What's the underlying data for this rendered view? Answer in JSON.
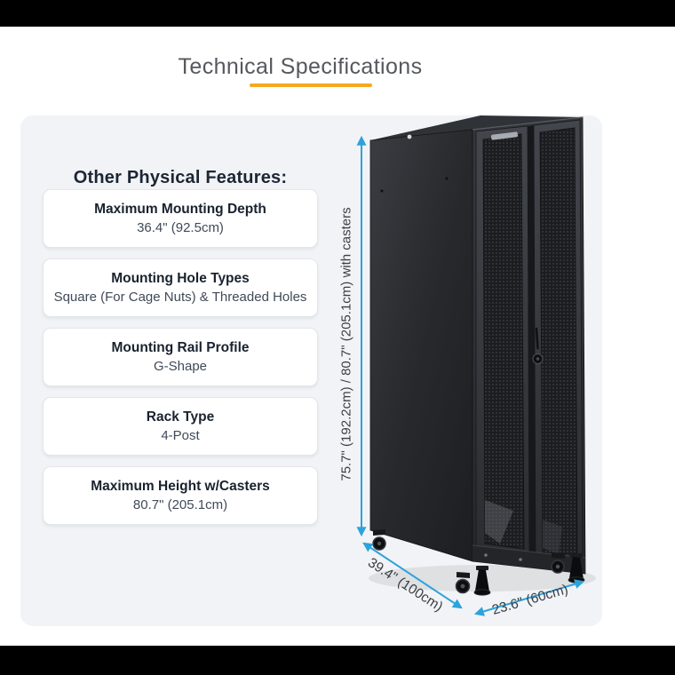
{
  "page": {
    "title": "Technical Specifications"
  },
  "colors": {
    "accent_underline": "#F6A81E",
    "dimension_arrow": "#2CA3DB",
    "panel_background": "#F2F3F6",
    "heading_text": "#1C2634"
  },
  "panel": {
    "heading": "Other Physical Features:",
    "features": [
      {
        "label": "Maximum Mounting Depth",
        "value": "36.4\" (92.5cm)"
      },
      {
        "label": "Mounting Hole Types",
        "value": "Square (For Cage Nuts) & Threaded Holes"
      },
      {
        "label": "Mounting Rail Profile",
        "value": "G-Shape"
      },
      {
        "label": "Rack Type",
        "value": "4-Post"
      },
      {
        "label": "Maximum Height w/Casters",
        "value": "80.7\" (205.1cm)"
      }
    ]
  },
  "diagram": {
    "height_label": "75.7\" (192.2cm) / 80.7\" (205.1cm) with casters",
    "depth_label": "39.4\" (100cm)",
    "width_label": "23.6\" (60cm)"
  }
}
